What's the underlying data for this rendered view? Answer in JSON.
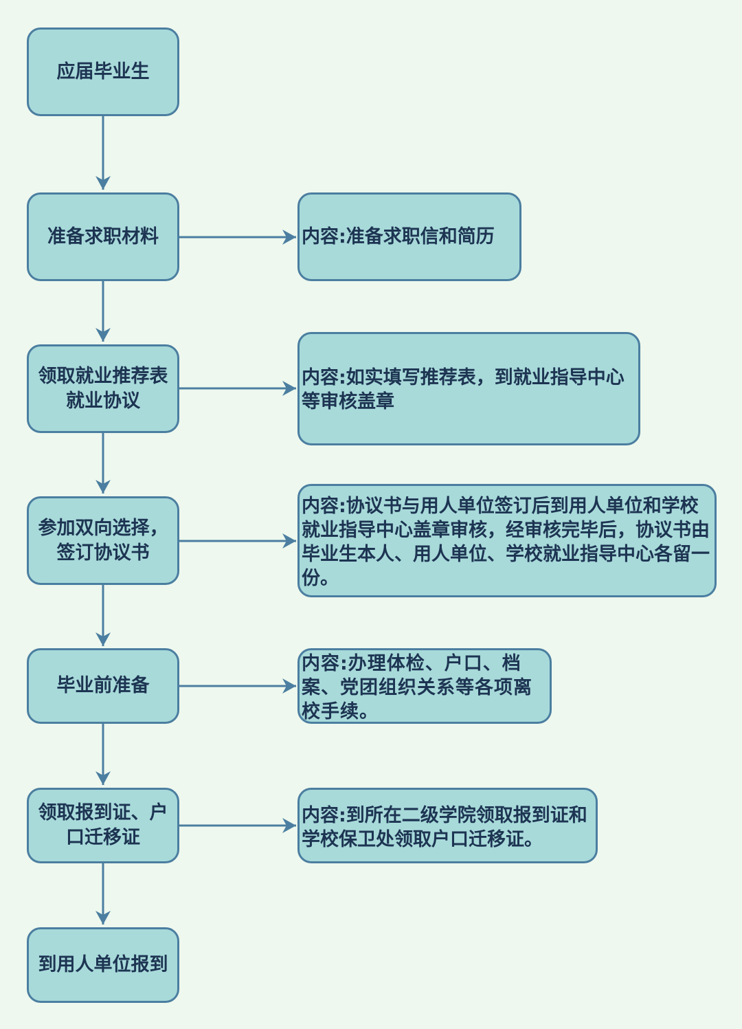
{
  "steps": [
    {
      "id": "graduate",
      "label": "应届毕业生"
    },
    {
      "id": "prepare-materials",
      "label": "准备求职材料"
    },
    {
      "id": "get-forms",
      "label": "领取就业推荐表\n就业协议"
    },
    {
      "id": "two-way-selection",
      "label": "参加双向选择，\n签订协议书"
    },
    {
      "id": "pre-graduation",
      "label": "毕业前准备"
    },
    {
      "id": "get-certificates",
      "label": "领取报到证、户\n口迁移证"
    },
    {
      "id": "report",
      "label": "到用人单位报到"
    }
  ],
  "notes": [
    {
      "for": "prepare-materials",
      "text": "内容:准备求职信和简历"
    },
    {
      "for": "get-forms",
      "text": "内容:如实填写推荐表，到就业指导中心等审核盖章"
    },
    {
      "for": "two-way-selection",
      "text": "内容:协议书与用人单位签订后到用人单位和学校就业指导中心盖章审核，经审核完毕后，协议书由毕业生本人、用人单位、学校就业指导中心各留一份。"
    },
    {
      "for": "pre-graduation",
      "text": "内容:办理体检、户口、档案、党团组织关系等各项离校手续。"
    },
    {
      "for": "get-certificates",
      "text": "内容:到所在二级学院领取报到证和学校保卫处领取户口迁移证。"
    }
  ],
  "colors": {
    "background": "#eef8ee",
    "box_fill": "#a8dada",
    "box_border": "#4b7ea0",
    "text": "#1d3452",
    "arrow": "#4b7ea0"
  }
}
